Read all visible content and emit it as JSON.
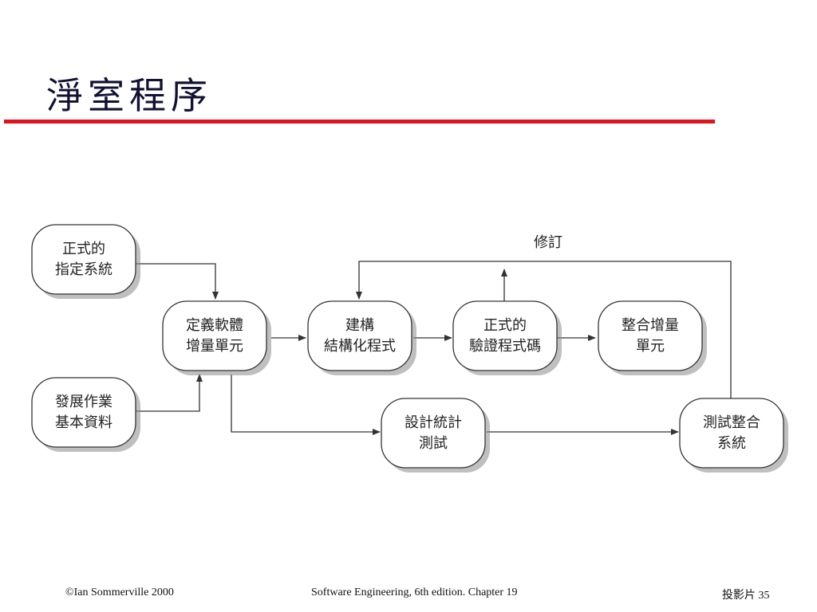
{
  "slide": {
    "title": "淨室程序",
    "accent_color": "#e0131f"
  },
  "diagram": {
    "nodes": {
      "formal_spec": [
        "正式的",
        "指定系統"
      ],
      "define_increments": [
        "定義軟體",
        "增量單元"
      ],
      "develop_profile": [
        "發展作業",
        "基本資料"
      ],
      "construct_program": [
        "建構",
        "結構化程式"
      ],
      "formal_verify": [
        "正式的",
        "驗證程式碼"
      ],
      "integrate": [
        "整合增量",
        "單元"
      ],
      "design_tests": [
        "設計統計",
        "測試"
      ],
      "test_system": [
        "測試整合",
        "系統"
      ]
    },
    "labels": {
      "revise": "修訂"
    }
  },
  "footer": {
    "copyright": "©Ian Sommerville 2000",
    "book": "Software Engineering, 6th edition. Chapter 19",
    "slide_number": "投影片 35"
  }
}
